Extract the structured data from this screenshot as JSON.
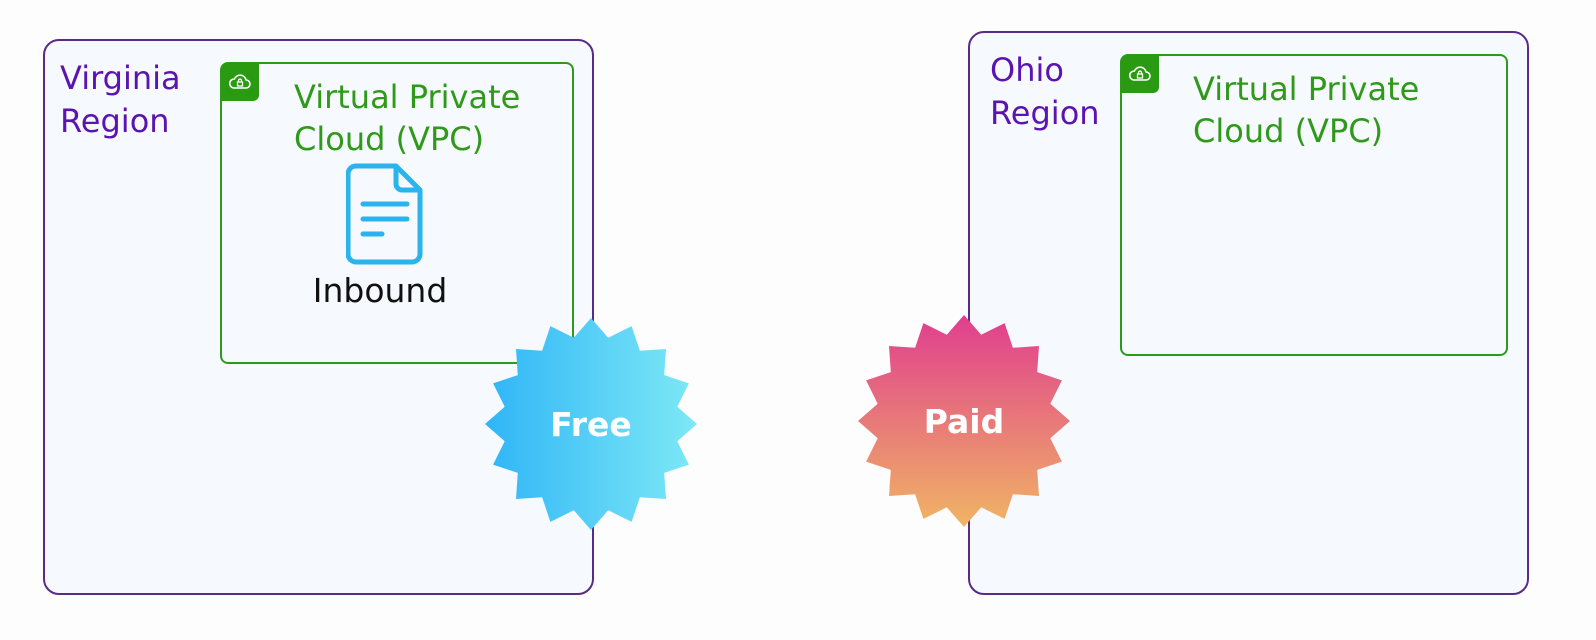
{
  "regions": [
    {
      "label": "Virginia\nRegion",
      "vpc": {
        "label": "Virtual Private\nCloud (VPC)",
        "badge_icon": "cloud-lock-icon"
      },
      "resource": {
        "icon": "document-icon",
        "label": "Inbound"
      }
    },
    {
      "label": "Ohio\nRegion",
      "vpc": {
        "label": "Virtual Private\nCloud (VPC)",
        "badge_icon": "cloud-lock-icon"
      }
    }
  ],
  "badges": [
    {
      "label": "Free",
      "gradient": [
        "#2fb5f6",
        "#7ee9f6"
      ]
    },
    {
      "label": "Paid",
      "gradient": [
        "#e03e8f",
        "#f0b464"
      ]
    }
  ],
  "colors": {
    "region_border": "#5a2b86",
    "region_label": "#5b14b0",
    "vpc_border": "#2e9a1c",
    "vpc_label": "#2f9a1a",
    "document_icon": "#2bb3ee"
  }
}
